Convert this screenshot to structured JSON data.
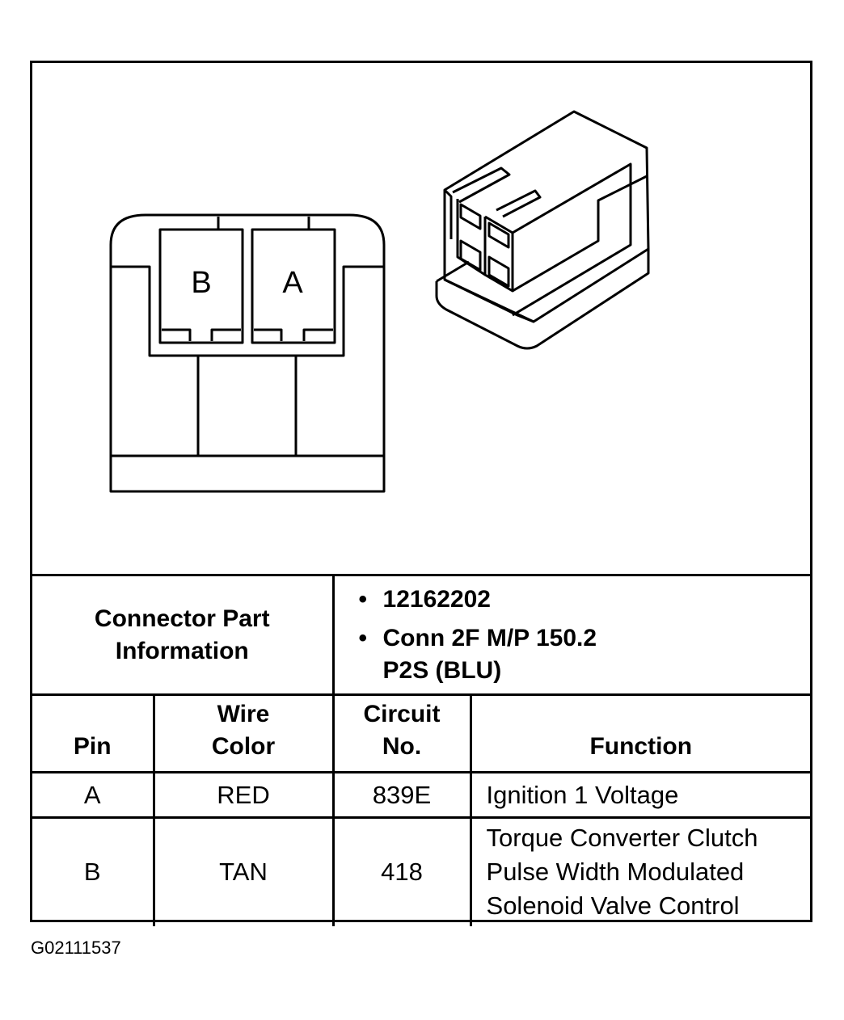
{
  "connector_face": {
    "cavity_left_label": "B",
    "cavity_right_label": "A"
  },
  "part_info": {
    "header_lines": [
      "Connector Part",
      "Information"
    ],
    "bullets": [
      {
        "lines": [
          "12162202"
        ]
      },
      {
        "lines": [
          "Conn 2F M/P 150.2",
          "P2S (BLU)"
        ]
      }
    ],
    "bullet_symbol": "•"
  },
  "columns": {
    "pin": "Pin",
    "wire_color": [
      "Wire",
      "Color"
    ],
    "circuit_no": [
      "Circuit",
      "No."
    ],
    "function": "Function"
  },
  "rows": [
    {
      "pin": "A",
      "wire_color": "RED",
      "circuit": "839E",
      "function": [
        "Ignition 1 Voltage"
      ]
    },
    {
      "pin": "B",
      "wire_color": "TAN",
      "circuit": "418",
      "function": [
        "Torque Converter Clutch",
        "Pulse Width Modulated",
        "Solenoid Valve Control"
      ]
    }
  ],
  "figure_id": "G02111537"
}
